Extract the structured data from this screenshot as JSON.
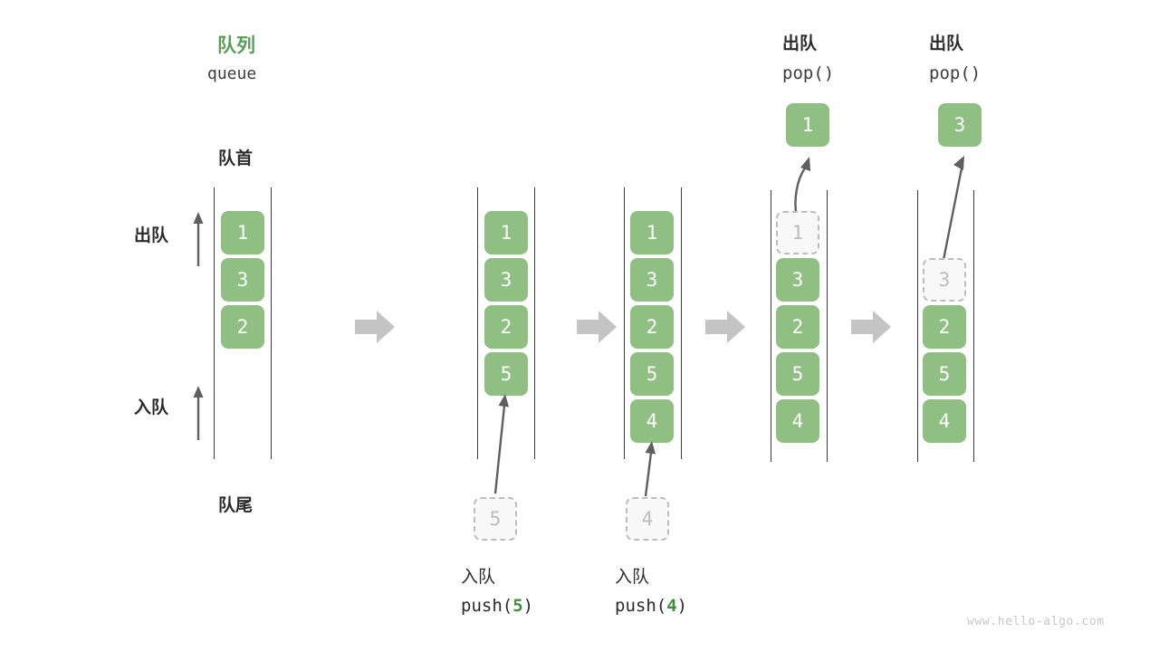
{
  "diagram": {
    "title_cn": "队列",
    "title_en": "queue",
    "front_label": "队首",
    "rear_label": "队尾",
    "dequeue_label": "出队",
    "enqueue_label": "入队",
    "watermark": "www.hello-algo.com",
    "colors": {
      "cell_fill": "#8fbf82",
      "cell_text": "#ffffff",
      "ghost_fill": "#f8f8f8",
      "ghost_border": "#bdbdbd",
      "ghost_text": "#bcbcbc",
      "rail": "#3a3a3a",
      "accent_green": "#3f8f3f",
      "title_green": "#5a9e5a",
      "arrow_gray": "#c4c4c4",
      "thin_arrow": "#5f5f5f",
      "text": "#2b2b2b",
      "watermark": "#c8c8c8"
    },
    "steps": [
      {
        "id": "initial",
        "header_cn": "",
        "header_code": "",
        "cells": [
          "1",
          "3",
          "2"
        ],
        "ghost_index": -1,
        "popped_value": null,
        "pushed_value": null,
        "caption_cn": "",
        "caption_code": "",
        "caption_arg": ""
      },
      {
        "id": "push-5",
        "header_cn": "",
        "header_code": "",
        "cells": [
          "1",
          "3",
          "2",
          "5"
        ],
        "ghost_index": -1,
        "popped_value": null,
        "pushed_value": "5",
        "caption_cn": "入队",
        "caption_code": "push(",
        "caption_arg": "5",
        "caption_code_end": ")"
      },
      {
        "id": "push-4",
        "header_cn": "",
        "header_code": "",
        "cells": [
          "1",
          "3",
          "2",
          "5",
          "4"
        ],
        "ghost_index": -1,
        "popped_value": null,
        "pushed_value": "4",
        "caption_cn": "入队",
        "caption_code": "push(",
        "caption_arg": "4",
        "caption_code_end": ")"
      },
      {
        "id": "pop-1",
        "header_cn": "出队",
        "header_code": "pop()",
        "cells": [
          "1",
          "3",
          "2",
          "5",
          "4"
        ],
        "ghost_index": 0,
        "popped_value": "1",
        "pushed_value": null,
        "caption_cn": "",
        "caption_code": "",
        "caption_arg": ""
      },
      {
        "id": "pop-3",
        "header_cn": "出队",
        "header_code": "pop()",
        "cells": [
          "3",
          "2",
          "5",
          "4"
        ],
        "ghost_index": 0,
        "popped_value": "3",
        "pushed_value": null,
        "caption_cn": "",
        "caption_code": "",
        "caption_arg": ""
      }
    ]
  }
}
